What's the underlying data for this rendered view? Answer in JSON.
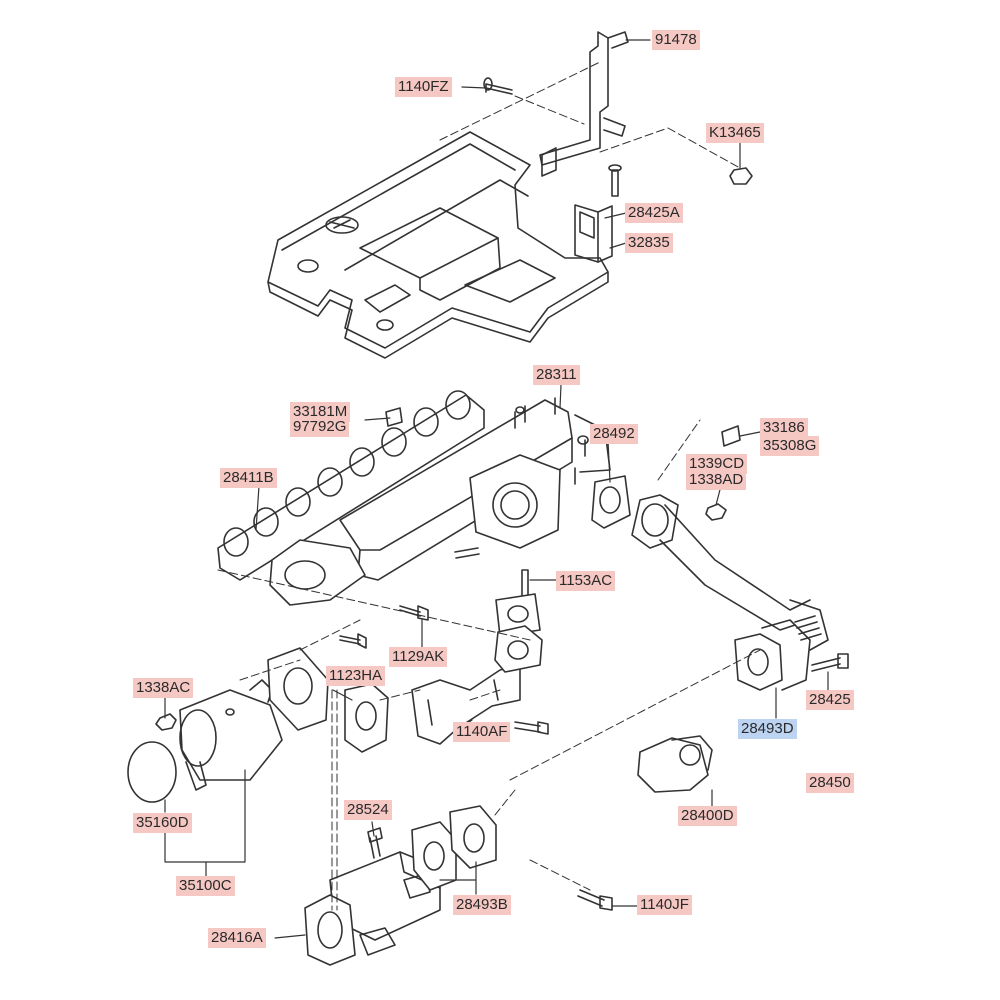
{
  "colors": {
    "label_bg": "#f6c8c4",
    "label_bg_selected": "#bcd4f2",
    "line": "#333333"
  },
  "parts": {
    "p91478": "91478",
    "p1140FZ": "1140FZ",
    "pK13465": "K13465",
    "p28425A": "28425A",
    "p32835": "32835",
    "p28311": "28311",
    "p33181M": "33181M",
    "p97792G": "97792G",
    "p28492": "28492",
    "p33186": "33186",
    "p35308G": "35308G",
    "p1339CD": "1339CD",
    "p1338AD": "1338AD",
    "p28411B": "28411B",
    "p1153AC": "1153AC",
    "p1129AK": "1129AK",
    "p1123HA": "1123HA",
    "p1338AC": "1338AC",
    "p28425": "28425",
    "p28493D": "28493D",
    "p1140AF": "1140AF",
    "p35160D": "35160D",
    "p28450": "28450",
    "p28524": "28524",
    "p28400D": "28400D",
    "p35100C": "35100C",
    "p28493B": "28493B",
    "p1140JF": "1140JF",
    "p28416A": "28416A"
  }
}
